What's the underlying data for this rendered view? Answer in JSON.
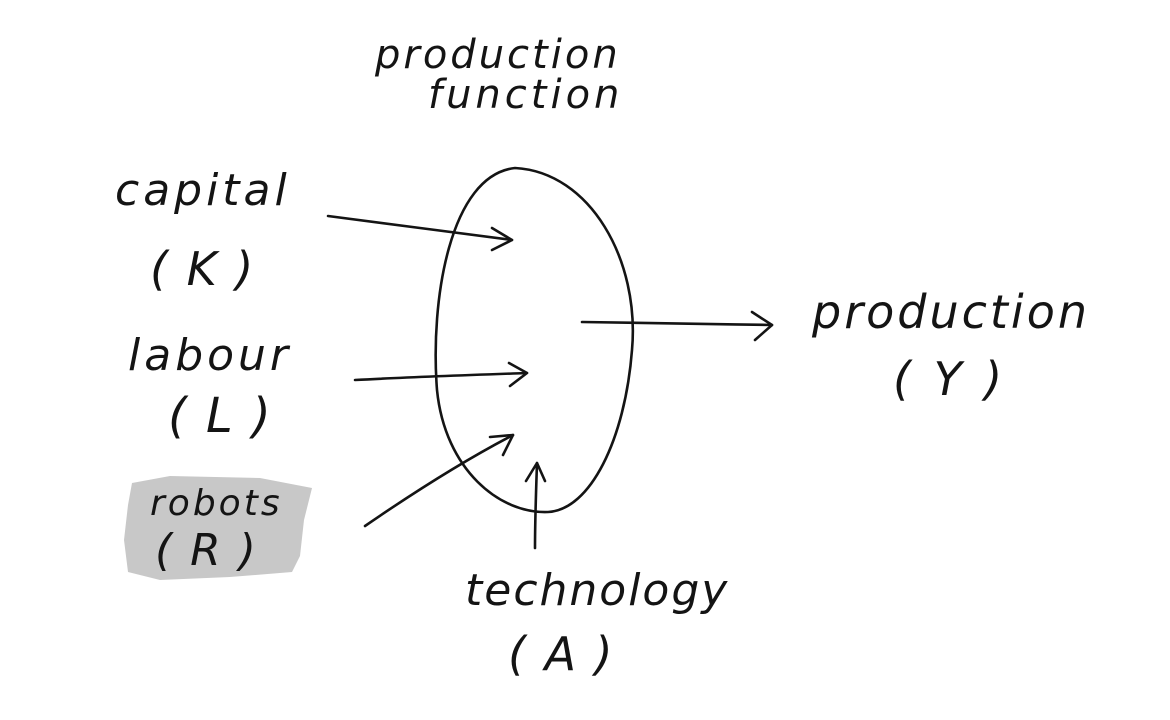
{
  "title": {
    "line1": "production",
    "line2": "function"
  },
  "inputs": {
    "capital": {
      "label": "capital",
      "symbol": "( K )"
    },
    "labour": {
      "label": "labour",
      "symbol": "( L )"
    },
    "robots": {
      "label": "robots",
      "symbol": "( R )",
      "highlight_color": "#c8c8c8"
    },
    "technology": {
      "label": "technology",
      "symbol": "( A )"
    }
  },
  "output": {
    "label": "production",
    "symbol": "( Y )"
  },
  "colors": {
    "ink": "#141414",
    "background": "#ffffff"
  }
}
